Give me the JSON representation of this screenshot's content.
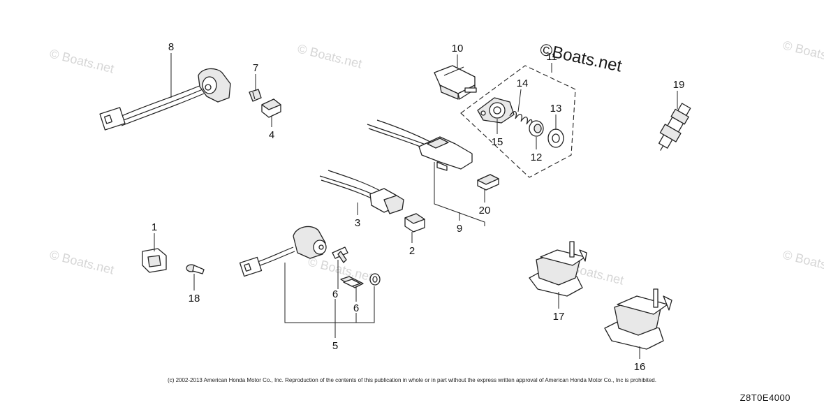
{
  "watermarks": {
    "text": "© Boats.net",
    "prominent": "©Boats.net"
  },
  "callouts": {
    "p1": "1",
    "p2": "2",
    "p3": "3",
    "p4": "4",
    "p5": "5",
    "p6a": "6",
    "p6b": "6",
    "p7": "7",
    "p8": "8",
    "p9": "9",
    "p10": "10",
    "p11": "11",
    "p12": "12",
    "p13": "13",
    "p14": "14",
    "p15": "15",
    "p16": "16",
    "p17": "17",
    "p18": "18",
    "p19": "19",
    "p20": "20"
  },
  "footer": {
    "copyright": "(c) 2002-2013 American Honda Motor Co., Inc. Reproduction of the contents of this publication in whole or in part without the express written approval of American Honda Motor Co., Inc is prohibited.",
    "diagram_code": "Z8T0E4000"
  }
}
